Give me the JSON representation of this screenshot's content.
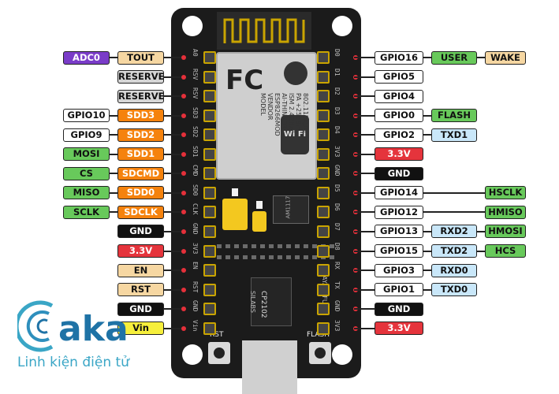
{
  "colors": {
    "orange": "#f5820d",
    "purple": "#7a3cc8",
    "grey": "#d6d6d6",
    "white": "#ffffff",
    "green": "#68c95b",
    "tan": "#f6d7a2",
    "red": "#e5343c",
    "black": "#111111",
    "blue": "#c9e7f9",
    "yellow": "#f6ef3c"
  },
  "left_rows": [
    [
      {
        "t": "TOUT",
        "c": "tan"
      },
      {
        "t": "ADC0",
        "c": "purple"
      }
    ],
    [
      {
        "t": "RESERVED",
        "c": "grey"
      }
    ],
    [
      {
        "t": "RESERVED",
        "c": "grey"
      }
    ],
    [
      {
        "t": "SDD3",
        "c": "orange"
      },
      {
        "t": "GPIO10",
        "c": "white"
      }
    ],
    [
      {
        "t": "SDD2",
        "c": "orange"
      },
      {
        "t": "GPIO9",
        "c": "white"
      }
    ],
    [
      {
        "t": "SDD1",
        "c": "orange"
      },
      {
        "t": "MOSI",
        "c": "green"
      }
    ],
    [
      {
        "t": "SDCMD",
        "c": "orange"
      },
      {
        "t": "CS",
        "c": "green"
      }
    ],
    [
      {
        "t": "SDD0",
        "c": "orange"
      },
      {
        "t": "MISO",
        "c": "green"
      }
    ],
    [
      {
        "t": "SDCLK",
        "c": "orange"
      },
      {
        "t": "SCLK",
        "c": "green"
      }
    ],
    [
      {
        "t": "GND",
        "c": "black"
      }
    ],
    [
      {
        "t": "3.3V",
        "c": "red"
      }
    ],
    [
      {
        "t": "EN",
        "c": "tan"
      }
    ],
    [
      {
        "t": "RST",
        "c": "tan"
      }
    ],
    [
      {
        "t": "GND",
        "c": "black"
      }
    ],
    [
      {
        "t": "Vin",
        "c": "yellow"
      }
    ]
  ],
  "right_rows": [
    [
      {
        "t": "GPIO16",
        "c": "white"
      },
      {
        "t": "USER",
        "c": "green"
      },
      {
        "t": "WAKE",
        "c": "tan"
      }
    ],
    [
      {
        "t": "GPIO5",
        "c": "white"
      }
    ],
    [
      {
        "t": "GPIO4",
        "c": "white"
      }
    ],
    [
      {
        "t": "GPIO0",
        "c": "white"
      },
      {
        "t": "FLASH",
        "c": "green"
      }
    ],
    [
      {
        "t": "GPIO2",
        "c": "white"
      },
      {
        "t": "TXD1",
        "c": "blue"
      }
    ],
    [
      {
        "t": "3.3V",
        "c": "red"
      }
    ],
    [
      {
        "t": "GND",
        "c": "black"
      }
    ],
    [
      {
        "t": "GPIO14",
        "c": "white"
      },
      {
        "t": "",
        "c": "none"
      },
      {
        "t": "HSCLK",
        "c": "green"
      }
    ],
    [
      {
        "t": "GPIO12",
        "c": "white"
      },
      {
        "t": "",
        "c": "none"
      },
      {
        "t": "HMISO",
        "c": "green"
      }
    ],
    [
      {
        "t": "GPIO13",
        "c": "white"
      },
      {
        "t": "RXD2",
        "c": "blue"
      },
      {
        "t": "HMOSI",
        "c": "green"
      }
    ],
    [
      {
        "t": "GPIO15",
        "c": "white"
      },
      {
        "t": "TXD2",
        "c": "blue"
      },
      {
        "t": "HCS",
        "c": "green"
      }
    ],
    [
      {
        "t": "GPIO3",
        "c": "white"
      },
      {
        "t": "RXD0",
        "c": "blue"
      }
    ],
    [
      {
        "t": "GPIO1",
        "c": "white"
      },
      {
        "t": "TXD0",
        "c": "blue"
      }
    ],
    [
      {
        "t": "GND",
        "c": "black"
      }
    ],
    [
      {
        "t": "3.3V",
        "c": "red"
      }
    ]
  ],
  "board": {
    "left_pin_labels": [
      "A0",
      "RSV",
      "RSV",
      "SD3",
      "SD2",
      "SD1",
      "CMD",
      "SD0",
      "CLK",
      "GND",
      "3V3",
      "EN",
      "RST",
      "GND",
      "Vin"
    ],
    "right_pin_labels": [
      "D0",
      "D1",
      "D2",
      "D3",
      "D4",
      "3V3",
      "GND",
      "D5",
      "D6",
      "D7",
      "D8",
      "RX",
      "TX",
      "GND",
      "3V3"
    ],
    "module_lines": [
      "MODEL",
      "VENDOR",
      "ESP8266MOD",
      "AI-THINKER",
      "ISM 2.4GHz",
      "PA +25dBm",
      "802.11b/g/n"
    ],
    "fcc_text": "FC",
    "wifi_text": "Wi Fi",
    "regulator_text": "AM1117",
    "chip_lines": [
      "SILABS",
      "CP2102"
    ],
    "maker_text": "AYARAFUN",
    "rst_button_label": "RST",
    "flash_button_label": "FLASH"
  },
  "logo": {
    "brand": "aka",
    "tagline": "Linh kiện điện tử"
  }
}
